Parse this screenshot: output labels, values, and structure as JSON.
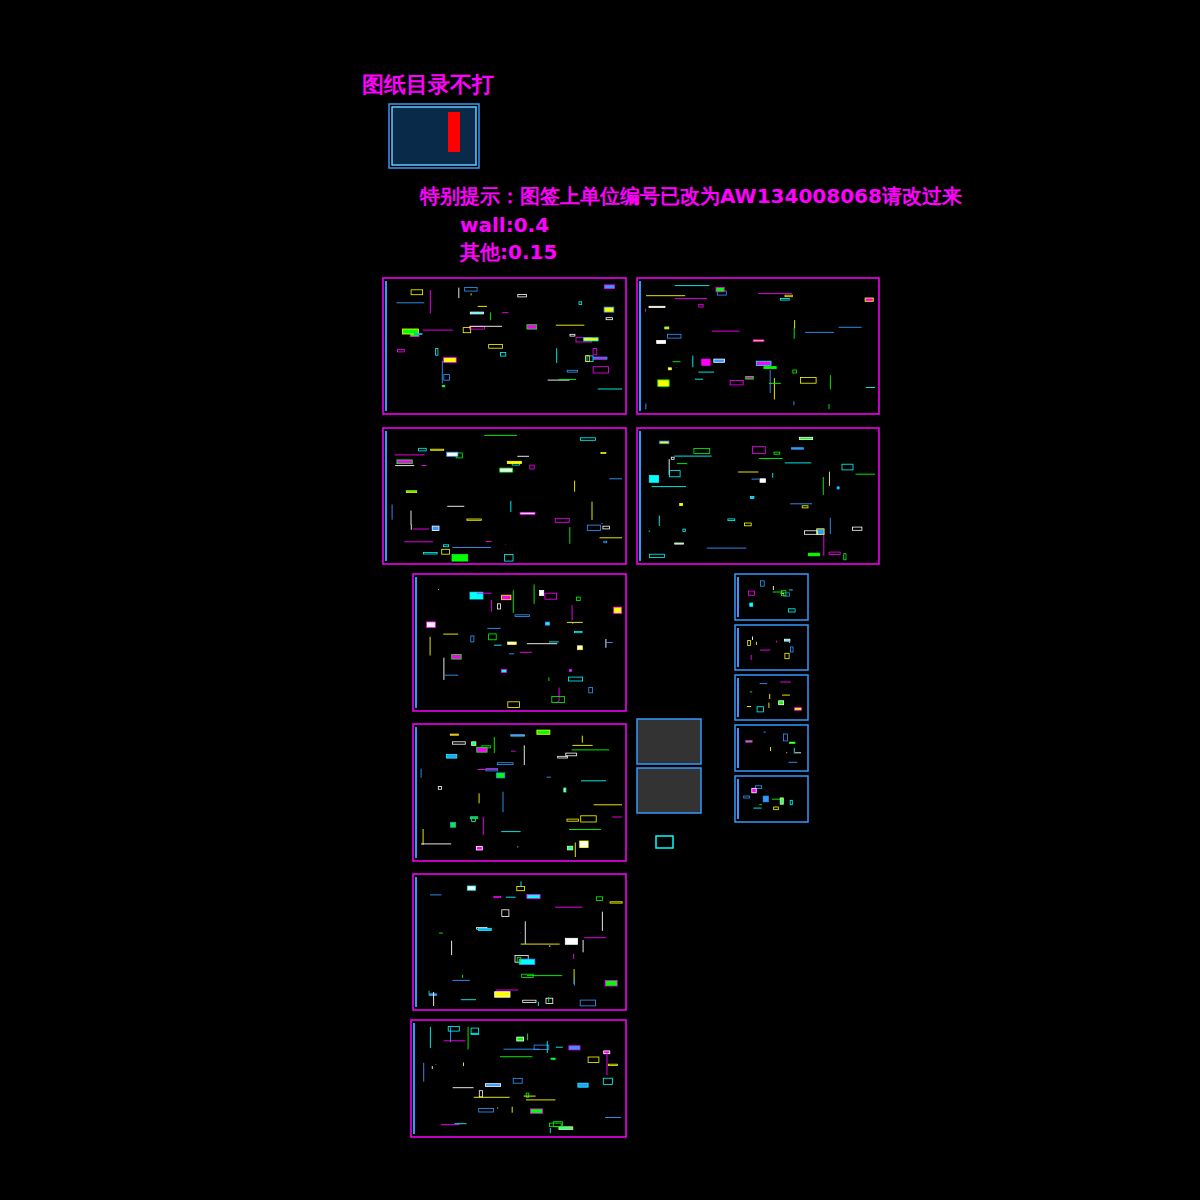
{
  "diagram": {
    "labels": [
      "图纸目录不打",
      "特别提示：图签上单位编号已改为AW134008068请改过来",
      "wall:0.4",
      "其他:0.15"
    ]
  }
}
